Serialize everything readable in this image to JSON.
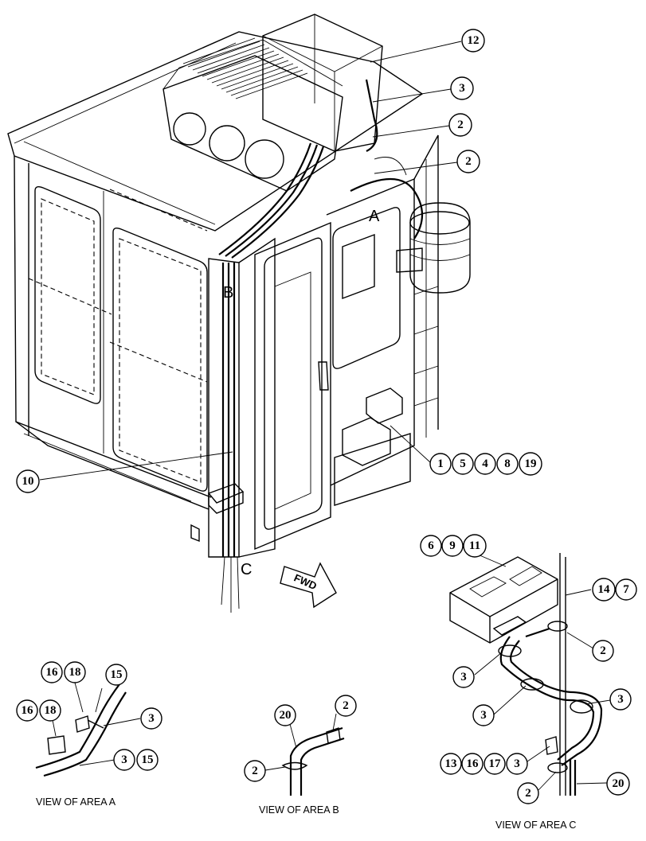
{
  "area_letters": {
    "a": "A",
    "b": "B",
    "c": "C"
  },
  "direction_arrow": "FWD",
  "captions": {
    "view_a": "VIEW OF AREA  A",
    "view_b": "VIEW OF AREA  B",
    "view_c": "VIEW OF AREA  C"
  },
  "callouts": {
    "main": {
      "c12": "12",
      "c3": "3",
      "c2a": "2",
      "c2b": "2",
      "c10": "10",
      "row": [
        "1",
        "5",
        "4",
        "8",
        "19"
      ]
    },
    "view_a": {
      "c16a": "16",
      "c18a": "18",
      "c15a": "15",
      "c16b": "16",
      "c18b": "18",
      "c3a": "3",
      "c3b": "3",
      "c15b": "15"
    },
    "view_b": {
      "c20": "20",
      "c2a": "2",
      "c2b": "2"
    },
    "view_c": {
      "top": [
        "6",
        "9",
        "11"
      ],
      "right": [
        "14",
        "7"
      ],
      "c2a": "2",
      "c3a": "3",
      "c3b": "3",
      "c3c": "3",
      "bottom_row": [
        "13",
        "16",
        "17",
        "3"
      ],
      "c2b": "2",
      "c20": "20"
    }
  }
}
